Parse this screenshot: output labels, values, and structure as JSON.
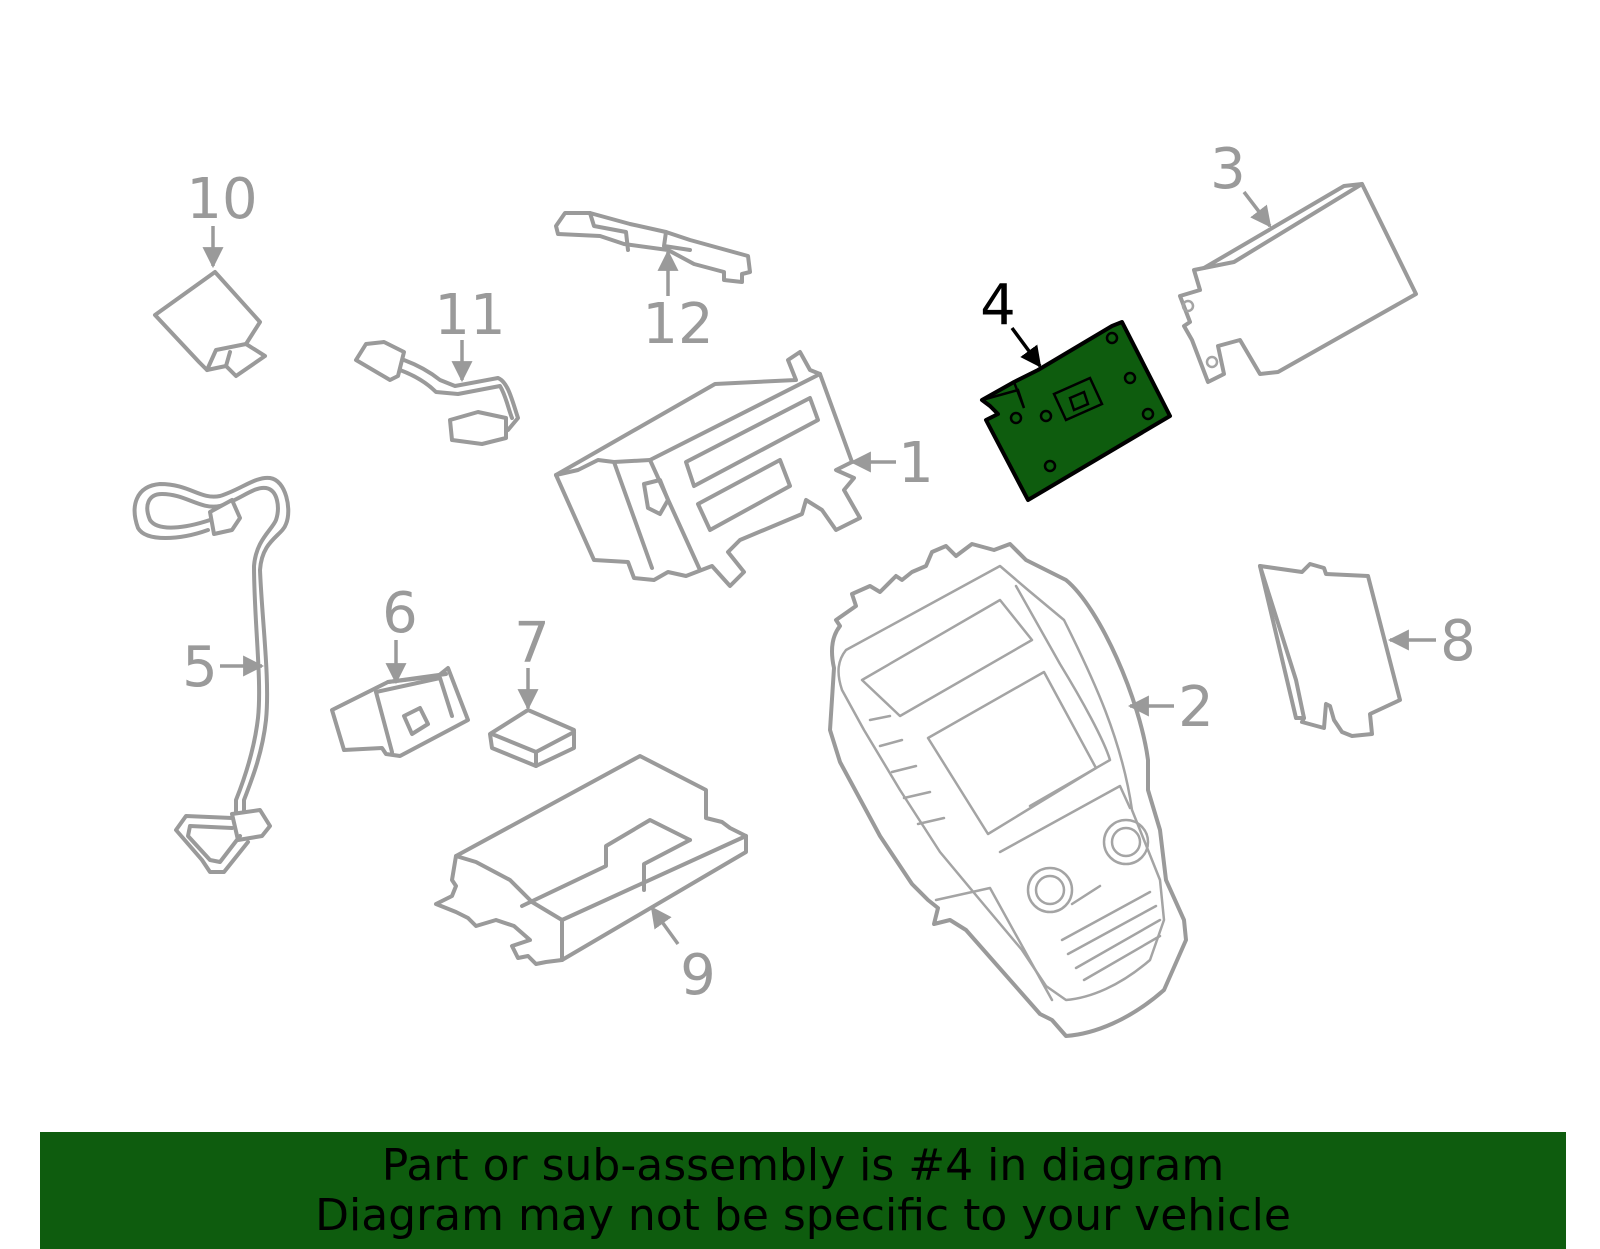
{
  "diagram": {
    "callouts": [
      {
        "id": "1",
        "label": "1"
      },
      {
        "id": "2",
        "label": "2"
      },
      {
        "id": "3",
        "label": "3"
      },
      {
        "id": "4",
        "label": "4"
      },
      {
        "id": "5",
        "label": "5"
      },
      {
        "id": "6",
        "label": "6"
      },
      {
        "id": "7",
        "label": "7"
      },
      {
        "id": "8",
        "label": "8"
      },
      {
        "id": "9",
        "label": "9"
      },
      {
        "id": "10",
        "label": "10"
      },
      {
        "id": "11",
        "label": "11"
      },
      {
        "id": "12",
        "label": "12"
      }
    ],
    "highlighted_part": "4",
    "colors": {
      "highlight_fill": "#0e5c0e",
      "banner_background": "#0e5c0e",
      "line_art": "#9a9a9a",
      "highlight_text": "#000000"
    }
  },
  "banner": {
    "line1": "Part or sub-assembly is #4 in diagram",
    "line2": "Diagram may not be specific to your vehicle"
  }
}
